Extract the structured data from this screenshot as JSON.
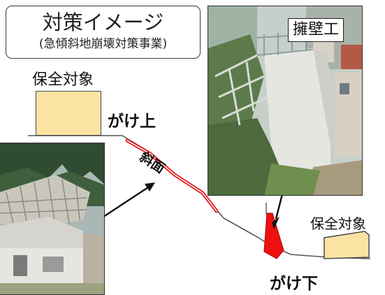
{
  "title": {
    "main": "対策イメージ",
    "sub": "(急傾斜地崩壊対策事業)"
  },
  "labels": {
    "protected_target_top": "保全対象",
    "protected_target_bottom": "保全対象",
    "cliff_top": "がけ上",
    "cliff_bottom": "がけ下",
    "slope": "斜面",
    "retaining_wall": "擁壁工"
  },
  "colors": {
    "target_fill": "#fbe4a3",
    "slope_line": "#e02020",
    "wall_red": "#ee1111",
    "ground_line": "#555555"
  }
}
